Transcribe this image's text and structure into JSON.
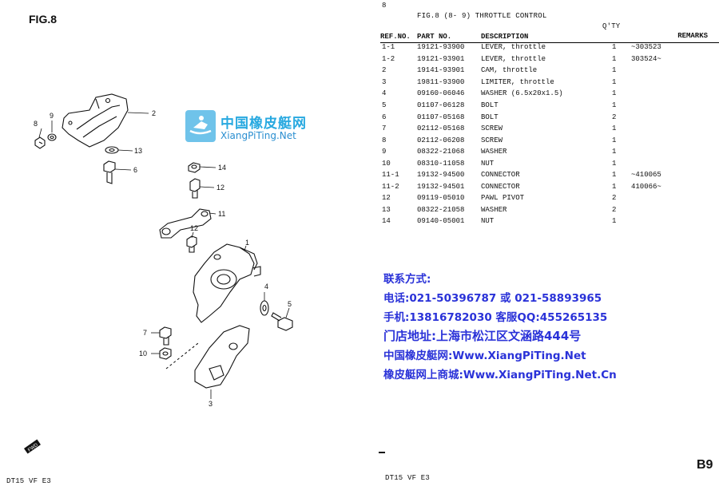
{
  "left": {
    "fig_label": "FIG.8",
    "footer": "DT15 VF E3",
    "watermark": {
      "title": "中国橡皮艇网",
      "site": "XiangPiTing.Net"
    },
    "callouts": [
      "1",
      "2",
      "3",
      "4",
      "5",
      "6",
      "7",
      "8",
      "9",
      "10",
      "11",
      "12",
      "12",
      "13",
      "14"
    ],
    "fwd_tag": "FWD"
  },
  "right": {
    "page_num": "8",
    "title": "FIG.8 (8- 9) THROTTLE CONTROL",
    "qty_header": "Q'TY",
    "columns": [
      "REF.NO.",
      "PART NO.",
      "DESCRIPTION",
      "",
      "REMARKS"
    ],
    "rows": [
      {
        "ref": "1-1",
        "part": "19121-93900",
        "desc": "LEVER, throttle",
        "qty": "1",
        "remarks": "~303523"
      },
      {
        "ref": "1-2",
        "part": "19121-93901",
        "desc": "LEVER, throttle",
        "qty": "1",
        "remarks": "303524~"
      },
      {
        "ref": "2",
        "part": "19141-93901",
        "desc": "CAM, throttle",
        "qty": "1",
        "remarks": ""
      },
      {
        "ref": "3",
        "part": "19811-93900",
        "desc": "LIMITER, throttle",
        "qty": "1",
        "remarks": ""
      },
      {
        "ref": "4",
        "part": "09160-06046",
        "desc": "WASHER (6.5x20x1.5)",
        "qty": "1",
        "remarks": ""
      },
      {
        "ref": "5",
        "part": "01107-06128",
        "desc": "BOLT",
        "qty": "1",
        "remarks": ""
      },
      {
        "ref": "6",
        "part": "01107-05168",
        "desc": "BOLT",
        "qty": "2",
        "remarks": ""
      },
      {
        "ref": "7",
        "part": "02112-05168",
        "desc": "SCREW",
        "qty": "1",
        "remarks": ""
      },
      {
        "ref": "8",
        "part": "02112-06208",
        "desc": "SCREW",
        "qty": "1",
        "remarks": ""
      },
      {
        "ref": "9",
        "part": "08322-21068",
        "desc": "WASHER",
        "qty": "1",
        "remarks": ""
      },
      {
        "ref": "10",
        "part": "08310-11058",
        "desc": "NUT",
        "qty": "1",
        "remarks": ""
      },
      {
        "ref": "11-1",
        "part": "19132-94500",
        "desc": "CONNECTOR",
        "qty": "1",
        "remarks": "~410065"
      },
      {
        "ref": "11-2",
        "part": "19132-94501",
        "desc": "CONNECTOR",
        "qty": "1",
        "remarks": "410066~"
      },
      {
        "ref": "12",
        "part": "09119-05010",
        "desc": "PAWL PIVOT",
        "qty": "2",
        "remarks": ""
      },
      {
        "ref": "13",
        "part": "08322-21058",
        "desc": "WASHER",
        "qty": "2",
        "remarks": ""
      },
      {
        "ref": "14",
        "part": "09140-05001",
        "desc": "NUT",
        "qty": "1",
        "remarks": ""
      }
    ],
    "contact_lines": [
      "联系方式:",
      "电话:021-50396787 或 021-58893965",
      "手机:13816782030 客服QQ:455265135",
      "门店地址:上海市松江区文涵路444号",
      "中国橡皮艇网:Www.XiangPiTing.Net",
      "橡皮艇网上商城:Www.XiangPiTing.Net.Cn"
    ],
    "footer": "DT15 VF E3",
    "page_code": "B9",
    "contact_color": "#2a32d8"
  }
}
